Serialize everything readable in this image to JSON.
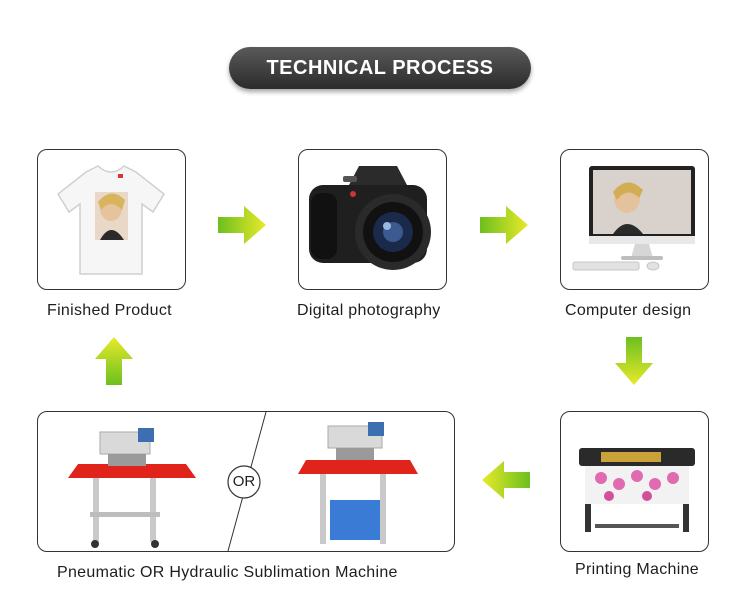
{
  "title": "TECHNICAL PROCESS",
  "steps": {
    "finished_product": "Finished Product",
    "digital_photography": "Digital photography",
    "computer_design": "Computer design",
    "printing_machine": "Printing Machine",
    "sublimation_machine": "Pneumatic OR  Hydraulic Sublimation Machine"
  },
  "or_label": "OR",
  "colors": {
    "arrow_green": "#7cc520",
    "arrow_yellow": "#e6e82a",
    "pill_dark": "#2b2b2b",
    "press_red": "#e0241b"
  }
}
